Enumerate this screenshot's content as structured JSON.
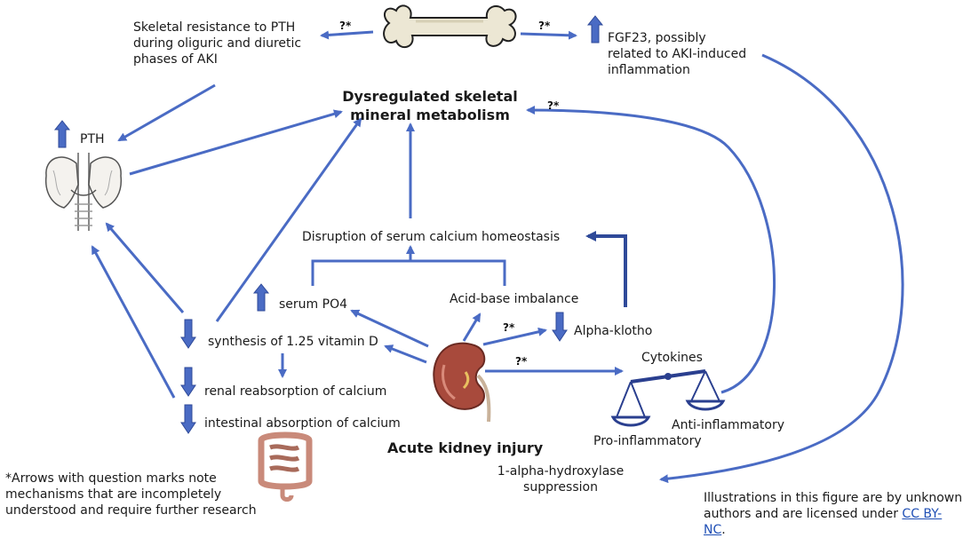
{
  "colors": {
    "arrow": "#4a6bc4",
    "arrow_dark": "#2f4a99",
    "text": "#1a1a1a",
    "link": "#1f4fb5",
    "scale": "#2a3f8f",
    "kidney": "#a84a3c",
    "bone": "#ece7d4",
    "intestine": "#c98a7a"
  },
  "icons": {
    "bone": "bone-icon",
    "thyroid": "thyroid-gland-icon",
    "kidney": "kidney-icon",
    "intestine": "intestine-icon",
    "scale": "balance-scale-icon",
    "up": "up-arrow-icon",
    "down": "down-arrow-icon"
  },
  "nodes": {
    "skeletal_resistance": [
      "Skeletal resistance to PTH",
      "during oliguric and diuretic",
      "phases of AKI"
    ],
    "fgf23": [
      "FGF23, possibly",
      "related to AKI-induced",
      "inflammation"
    ],
    "dysregulated": [
      "Dysregulated skeletal",
      "mineral metabolism"
    ],
    "pth": "PTH",
    "disruption": "Disruption of serum calcium homeostasis",
    "serum_po4": "serum PO4",
    "acid_base": "Acid-base imbalance",
    "alpha_klotho": "Alpha-klotho",
    "vitamin_d": "synthesis of 1.25 vitamin D",
    "renal_reabsorption": "renal reabsorption of calcium",
    "intestinal_absorption": "intestinal absorption of calcium",
    "cytokines": "Cytokines",
    "anti_inflammatory": "Anti-inflammatory",
    "pro_inflammatory": "Pro-inflammatory",
    "aki": "Acute kidney injury",
    "hydroxylase": [
      "1-alpha-hydroxylase",
      "suppression"
    ]
  },
  "question_mark": "?*",
  "footnote": [
    "*Arrows with question marks note",
    "mechanisms that are incompletely",
    "understood and require further research"
  ],
  "credit": {
    "line1": "Illustrations in this figure are by unknown",
    "line2_prefix": "authors and are licensed under ",
    "link": "CC BY-NC",
    "line2_suffix": "."
  }
}
